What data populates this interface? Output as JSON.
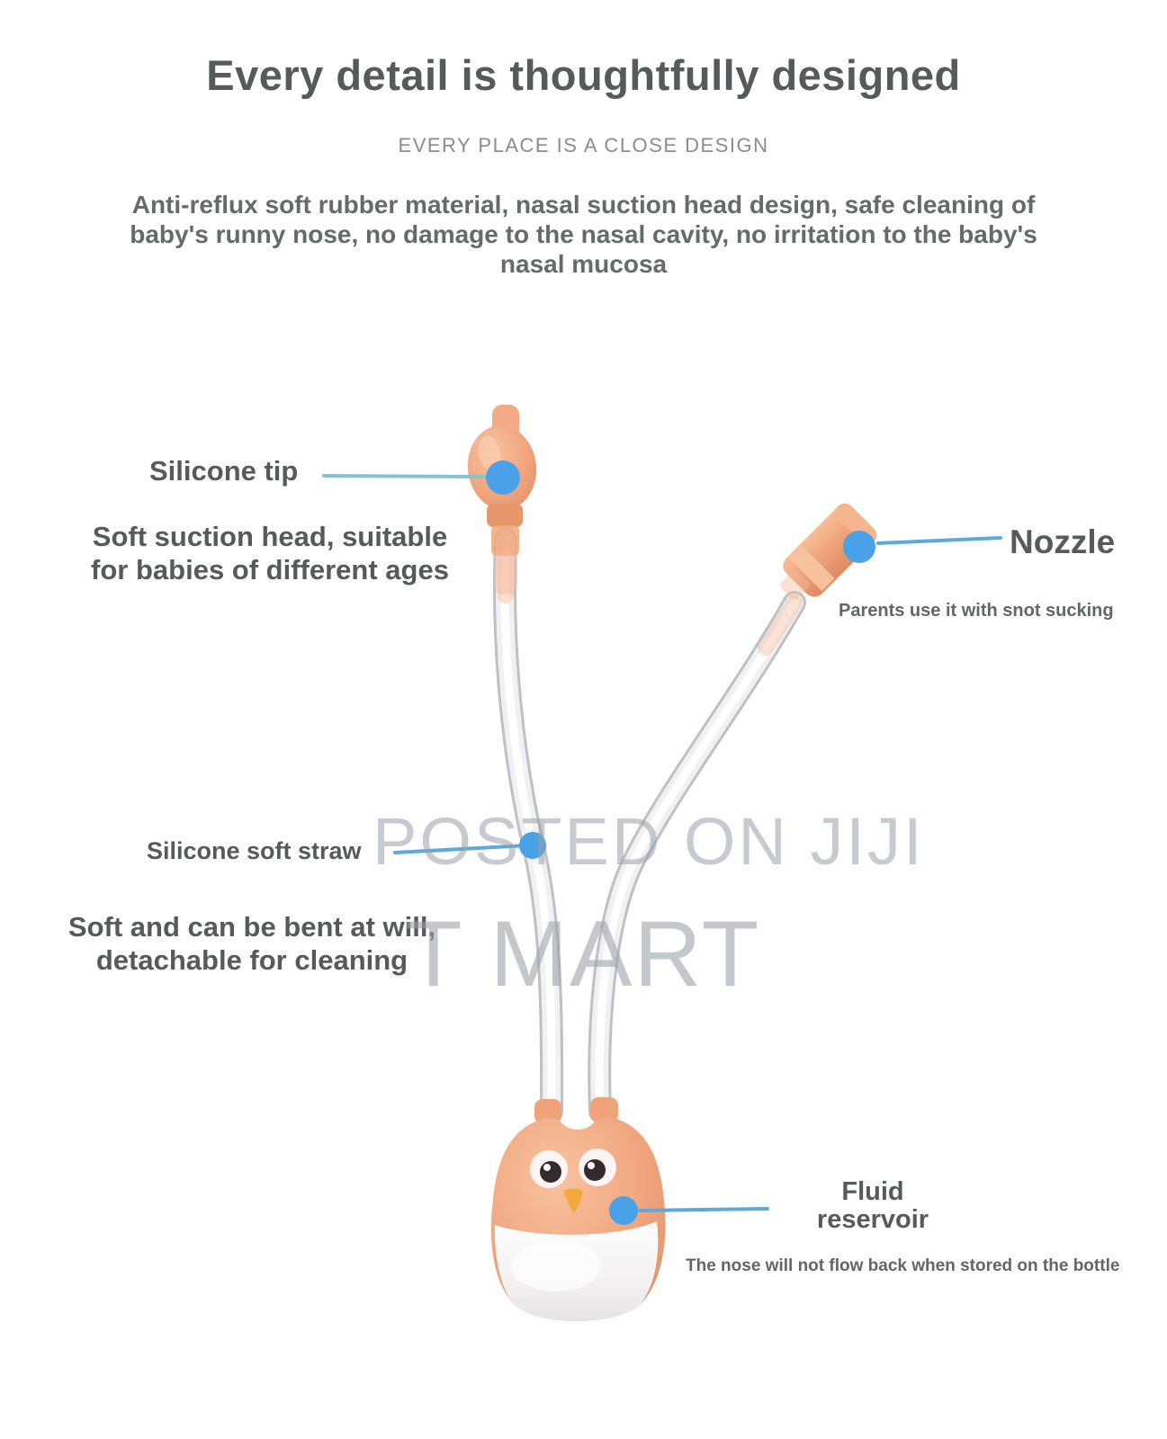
{
  "header": {
    "title": "Every detail is thoughtfully designed",
    "subtitle": "EVERY PLACE IS A CLOSE DESIGN",
    "description_lines": [
      "Anti-reflux soft rubber material, nasal suction head design, safe cleaning of",
      "baby's runny nose, no damage to the nasal cavity, no irritation to the baby's",
      "nasal mucosa"
    ]
  },
  "callouts": {
    "silicone_tip": {
      "label": "Silicone tip"
    },
    "suction_head": {
      "lines": [
        "Soft suction head, suitable",
        "for babies of different ages"
      ]
    },
    "nozzle": {
      "label": "Nozzle",
      "caption": "Parents use it with snot sucking"
    },
    "straw": {
      "label": "Silicone soft straw"
    },
    "bendable": {
      "lines": [
        "Soft and can be bent at will,",
        "detachable for cleaning"
      ]
    },
    "reservoir": {
      "label_lines": [
        "Fluid",
        "reservoir"
      ],
      "caption": "The nose will not flow back when stored on the bottle"
    }
  },
  "watermarks": {
    "primary": "POSTED ON JIJI",
    "secondary": "T MART"
  },
  "colors": {
    "accent-blue": "#4BA1E8",
    "leader-blue": "#5FA8DC",
    "leader-teal": "#82C4D2",
    "text-dark": "#58595B",
    "text-gray": "#68696B",
    "caption-gray": "#646568",
    "subtitle-gray": "#8A8C8E",
    "watermark-gray": "#9AA2A9",
    "product-peach": "#F0A47C"
  }
}
